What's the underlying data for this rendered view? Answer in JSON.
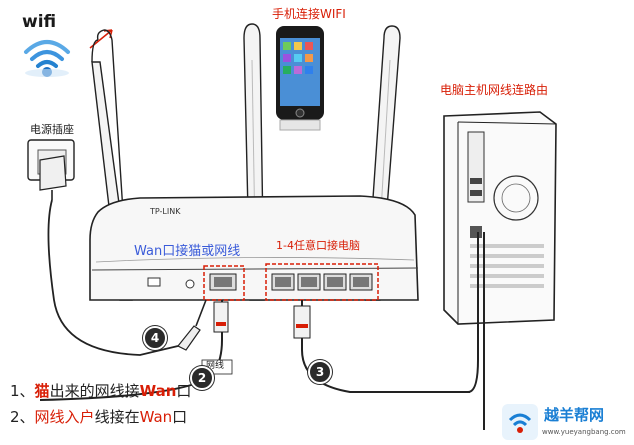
{
  "wifi": {
    "label": "wifi",
    "icon": "wifi-signal-icon"
  },
  "phone": {
    "label": "手机连接WIFI",
    "icon": "smartphone-icon"
  },
  "outlet": {
    "label": "电源插座",
    "icon": "power-outlet-icon"
  },
  "computer": {
    "label": "电脑主机网线连路由",
    "icon": "desktop-tower-icon"
  },
  "router": {
    "icon": "wireless-router-icon",
    "wan_port_label": "Wan口接猫或网线",
    "lan_ports_label": "1-4任意口接电脑",
    "cable_tag": "网线"
  },
  "steps": [
    {
      "number": "4"
    },
    {
      "number": "2"
    },
    {
      "number": "3"
    }
  ],
  "instructions": {
    "line1": {
      "prefix": "1、",
      "red1": "猫",
      "mid": "出来的网线接",
      "red2": "Wan",
      "suffix": "口"
    },
    "line2": {
      "prefix": "2、",
      "red1": "网线入户",
      "mid": "线接在",
      "red2": "Wan",
      "suffix": "口"
    }
  },
  "watermark": {
    "text": "越羊帮网",
    "url": "www.yueyangbang.com",
    "icon": "wifi-logo-icon"
  },
  "colors": {
    "annotation_red": "#d81e06",
    "label_blue": "#3a5bd9",
    "line_dark": "#2a2a2a",
    "wifi_blue": "#1a7fd4"
  }
}
